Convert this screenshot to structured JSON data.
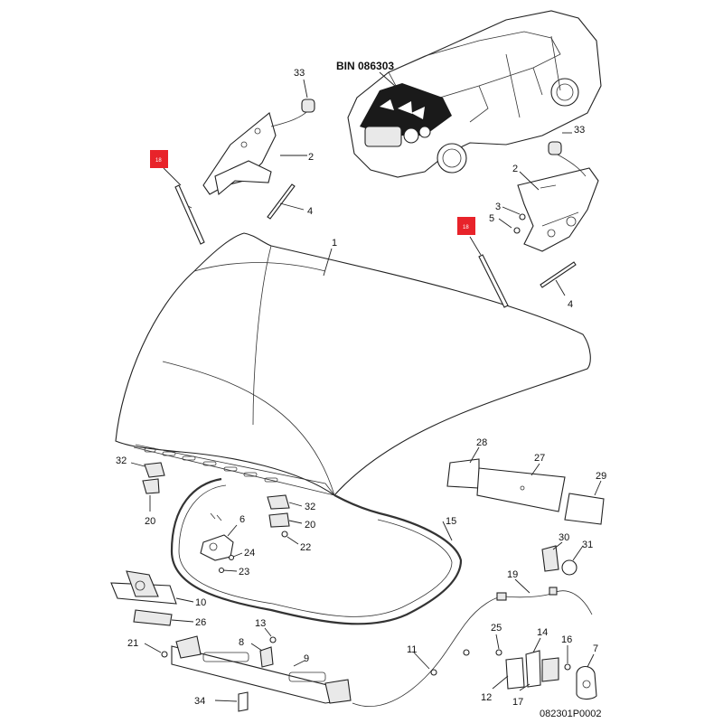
{
  "diagram": {
    "bin_label": "BIN 086303",
    "drawing_ref": "082301P0002",
    "highlight_color": "#e8232a",
    "highlight_tag_text": "18",
    "callouts": {
      "n1": "1",
      "n2a": "2",
      "n2b": "2",
      "n3": "3",
      "n4a": "4",
      "n4b": "4",
      "n5": "5",
      "n6": "6",
      "n7": "7",
      "n8": "8",
      "n9": "9",
      "n10": "10",
      "n11": "11",
      "n12": "12",
      "n13": "13",
      "n14": "14",
      "n15": "15",
      "n16": "16",
      "n17": "17",
      "n19": "19",
      "n20a": "20",
      "n20b": "20",
      "n21": "21",
      "n22": "22",
      "n23": "23",
      "n24": "24",
      "n25": "25",
      "n26": "26",
      "n27": "27",
      "n28": "28",
      "n29": "29",
      "n30": "30",
      "n31": "31",
      "n32a": "32",
      "n32b": "32",
      "n33a": "33",
      "n33b": "33",
      "n34": "34"
    }
  }
}
